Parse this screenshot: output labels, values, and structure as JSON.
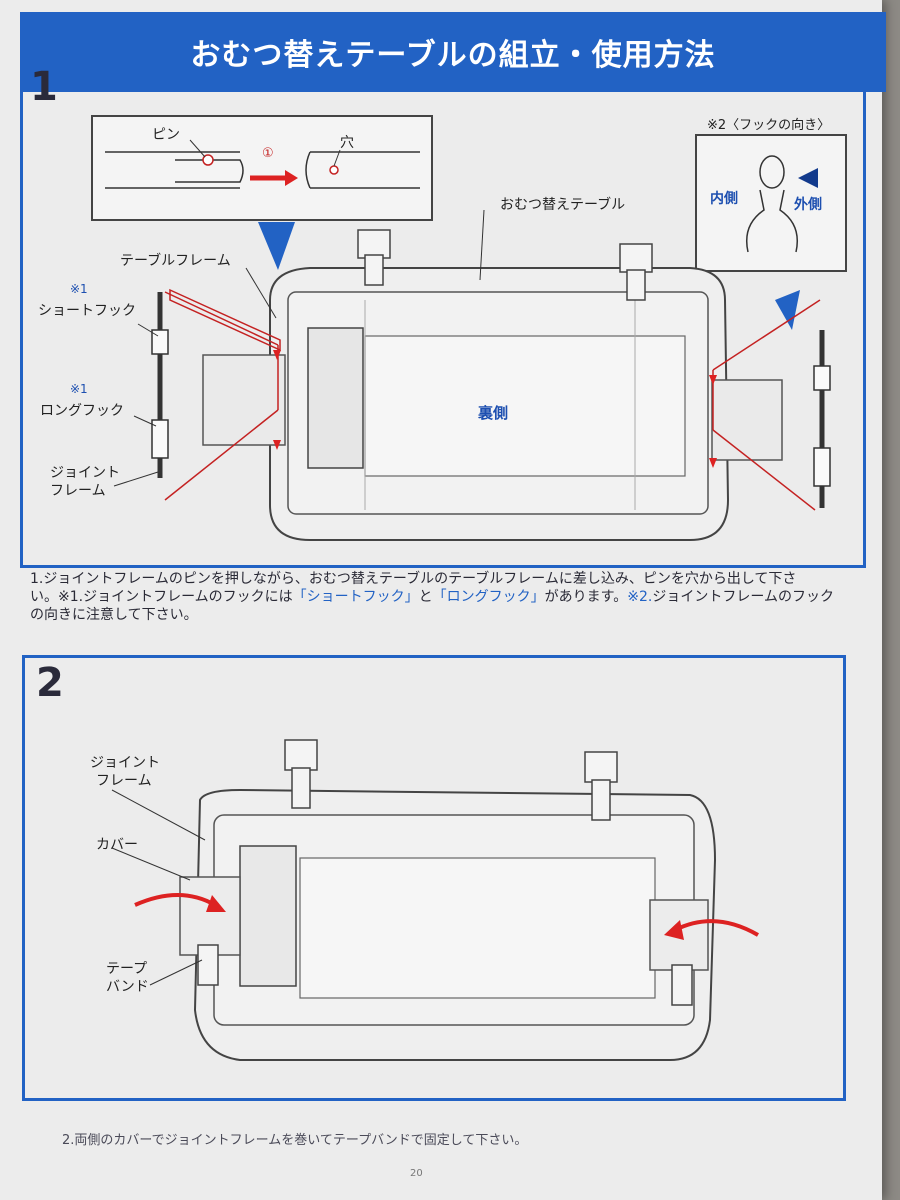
{
  "title": "おむつ替えテーブルの組立・使用方法",
  "step1": {
    "number": "1",
    "inset_pin": {
      "pin_label": "ピン",
      "step_circle": "①",
      "hole_label": "穴"
    },
    "hook_direction": {
      "note": "※2〈フックの向き〉",
      "inner": "内側",
      "outer": "外側"
    },
    "labels": {
      "table": "おむつ替えテーブル",
      "table_frame": "テーブルフレーム",
      "note1a": "※1",
      "short_hook": "ショートフック",
      "note1b": "※1",
      "long_hook": "ロングフック",
      "joint_frame_1": "ジョイント",
      "joint_frame_2": "フレーム",
      "back_side": "裏側"
    },
    "caption": {
      "line1": "1.ジョイントフレームのピンを押しながら、おむつ替えテーブルのテーブルフレームに差し込み、ピンを穴から出して下さ",
      "line2a": "い。※1.ジョイントフレームのフックには",
      "short_hook_q": "「ショートフック」",
      "and": "と",
      "long_hook_q": "「ロングフック」",
      "line2b": "があります。",
      "note2": "※2.",
      "line2c": "ジョイントフレームのフック",
      "line3": "の向きに注意して下さい。"
    }
  },
  "step2": {
    "number": "2",
    "labels": {
      "joint_frame_1": "ジョイント",
      "joint_frame_2": "フレーム",
      "cover": "カバー",
      "tape_band_1": "テープ",
      "tape_band_2": "バンド"
    },
    "caption": "2.両側のカバーでジョイントフレームを巻いてテープバンドで固定して下さい。"
  },
  "footer_page": "20"
}
